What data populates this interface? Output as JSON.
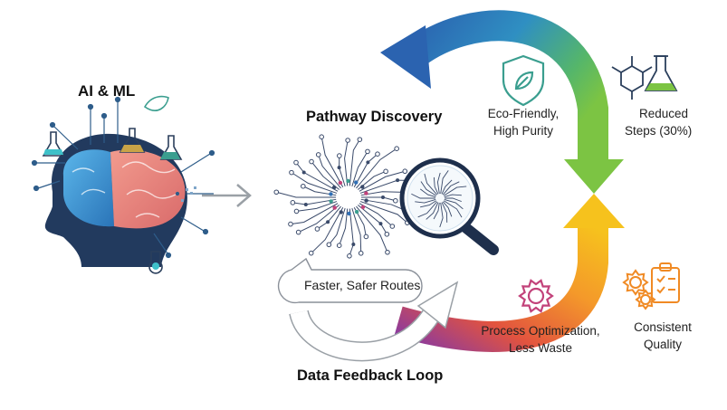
{
  "labels": {
    "ai_ml": "AI & ML",
    "pathway_discovery": "Pathway Discovery",
    "eco_friendly_line1": "Eco-Friendly,",
    "eco_friendly_line2": "High Purity",
    "reduced_line1": "Reduced",
    "reduced_line2": "Steps (30%)",
    "faster_safer": "Faster, Safer Routes",
    "process_line1": "Process Optimization,",
    "process_line2": "Less Waste",
    "consistent_line1": "Consistent",
    "consistent_line2": "Quality",
    "feedback_loop": "Data Feedback Loop"
  },
  "icons": {
    "brain": "brain-circuit-icon",
    "network": "neural-network-icon",
    "magnifier": "magnifier-icon",
    "shield": "leaf-shield-icon",
    "molecule": "molecule-flask-icon",
    "gear": "gear-icon",
    "clipboard": "gear-clipboard-icon"
  },
  "colors": {
    "cycle_blue": "#2f6fb5",
    "cycle_green": "#6cbf45",
    "cycle_yellow": "#f2b321",
    "cycle_orange": "#f08a24",
    "cycle_purple": "#8e3c9e",
    "brain_blue": "#4aa3df",
    "brain_red": "#e07b7b",
    "head_navy": "#223a5e",
    "icon_teal": "#3a9e8f",
    "icon_magenta": "#c2427a",
    "icon_orange": "#f08a24"
  }
}
